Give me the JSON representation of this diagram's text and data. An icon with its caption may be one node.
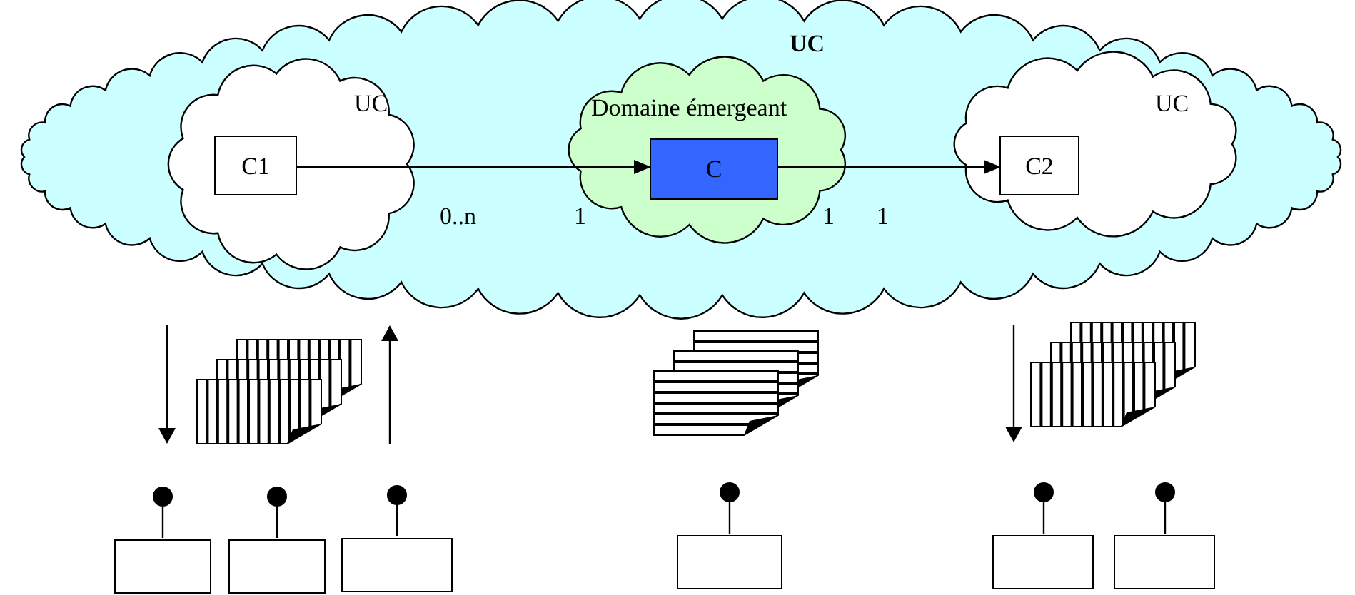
{
  "diagram": {
    "nodes": [
      {
        "text": [
          "UC"
        ]
      },
      {
        "text": [
          "UC"
        ],
        "in": 0
      },
      {
        "text": [
          "C1"
        ],
        "in": 1
      },
      {
        "text": [
          "Domaine émergeant"
        ],
        "in": 0
      },
      {
        "text": [
          "C"
        ],
        "in": 3
      },
      {
        "text": [
          "UC"
        ],
        "in": 0
      },
      {
        "text": [
          "C2"
        ],
        "in": 5
      },
      {
        "text": [],
        "shape": "box"
      },
      {
        "text": [],
        "shape": "box"
      },
      {
        "text": [],
        "shape": "box"
      },
      {
        "text": [],
        "shape": "box"
      },
      {
        "text": [],
        "shape": "box"
      },
      {
        "text": [],
        "shape": "box"
      }
    ],
    "edges": [
      {
        "from": 2,
        "to": 4,
        "arrow": "to"
      },
      {
        "from": 4,
        "to": 6,
        "arrow": "to"
      }
    ],
    "labels": [
      "0..n",
      "1",
      "1",
      "1"
    ]
  }
}
